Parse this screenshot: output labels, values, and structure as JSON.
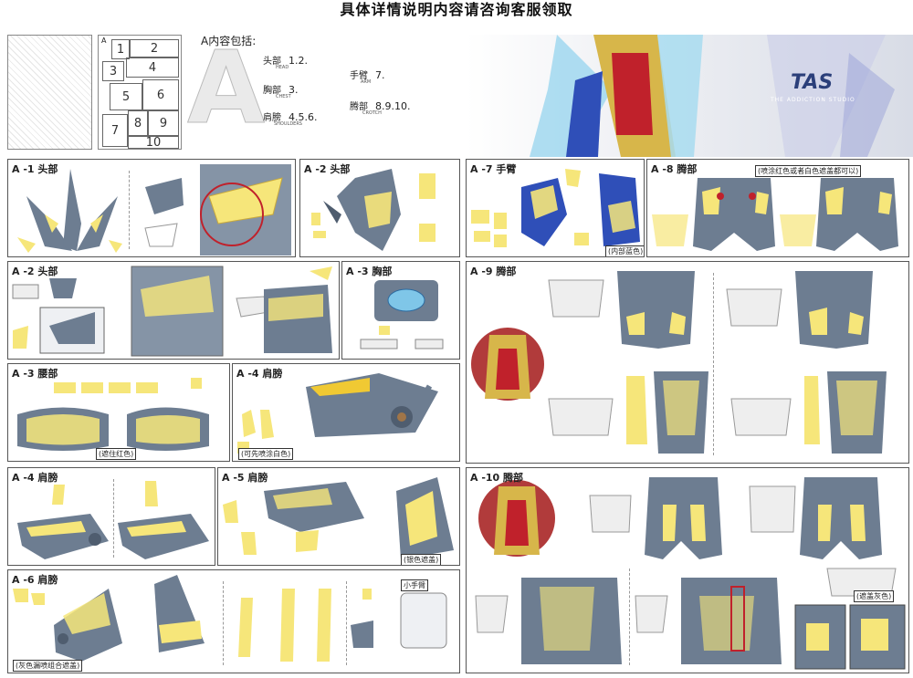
{
  "header": {
    "title": "具体详情说明内容请咨询客服领取"
  },
  "index": {
    "sheet_tag": "A",
    "contents_title": "A内容包括:",
    "big_letter": "A",
    "cells": [
      "1",
      "2",
      "3",
      "4",
      "5",
      "6",
      "7",
      "8",
      "9",
      "10"
    ],
    "parts": [
      {
        "name": "头部",
        "en": "HEAD",
        "nums": "1.2."
      },
      {
        "name": "胸部",
        "en": "CHEST",
        "nums": "3."
      },
      {
        "name": "肩膀",
        "en": "SHOULDERS",
        "nums": "4.5.6."
      },
      {
        "name": "手臂",
        "en": "ARM",
        "nums": "7."
      },
      {
        "name": "腾部",
        "en": "CROTCH",
        "nums": "8.9.10."
      }
    ]
  },
  "brand": {
    "logo": "TAS",
    "tagline": "THE ADDICTION STUDIO"
  },
  "panels": {
    "a1": {
      "label": "A -1 头部"
    },
    "a2": {
      "label": "A -2 头部"
    },
    "a2b": {
      "label": "A -2 头部"
    },
    "a3": {
      "label": "A -3 胸部"
    },
    "a3b": {
      "label": "A -3 腰部",
      "note": "(遮住红色)"
    },
    "a4": {
      "label": "A -4 肩膀",
      "note": "(可先喷涂白色)"
    },
    "a4b": {
      "label": "A -4 肩膀"
    },
    "a5": {
      "label": "A -5 肩膀",
      "note": "(银色遮盖)"
    },
    "a6": {
      "label": "A -6 肩膀",
      "note": "(灰色漏喷组合遮盖)",
      "small_arm": "小手臂"
    },
    "a7": {
      "label": "A -7 手臂",
      "note": "(内部蓝色)"
    },
    "a8": {
      "label": "A -8 腾部",
      "note": "(喷涂红色或者白色遮盖都可以)"
    },
    "a9": {
      "label": "A -9 腾部"
    },
    "a10": {
      "label": "A -10 腾部",
      "note": "(遮盖灰色)"
    }
  },
  "colors": {
    "plastic": "#6d7d91",
    "plastic_dark": "#4f5d6f",
    "mask": "#f6e67a",
    "mask_edge": "#c9a93b",
    "gold": "#e8cd3c",
    "blue": "#2f4fb8",
    "red": "#c0212b"
  }
}
